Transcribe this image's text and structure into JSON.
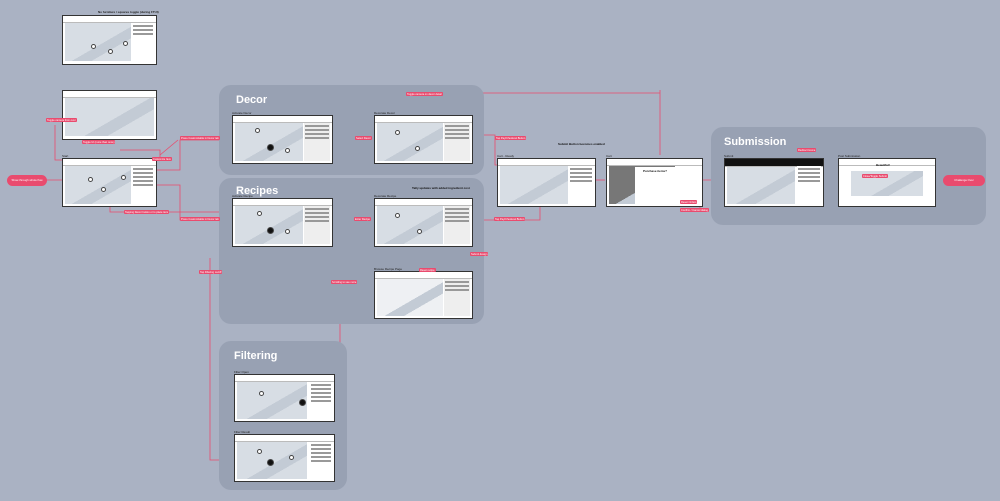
{
  "groups": {
    "decor": "Decor",
    "recipes": "Recipes",
    "filtering": "Filtering",
    "submission": "Submission"
  },
  "frame_captions": {
    "start": "Start",
    "no_furniture": "No furniture / squares toggle (during FTUI)",
    "decor_a": "Activate Decor",
    "decor_b": "Decorate Decor",
    "recipes_a": "Activate Recipe",
    "recipes_b": "Decorate Recipe",
    "recipes_c": "Browse Recipe Page",
    "filter_a": "Filter Open",
    "filter_b": "Filter Result",
    "cart_a": "Cart - Ready",
    "cart_b": "Cart",
    "submit_a": "Submit",
    "submit_b": "Post Submission"
  },
  "tags": {
    "t1": "Toggle camera from over",
    "t2": "Toggle UI (more than once)",
    "t3": "Press Customizable in Decor tab",
    "t4": "Tapping Decor button or to place item",
    "t5": "Press Customizable in Decor tab",
    "t6": "Select Decor",
    "t7": "Toggle camera on decor detail",
    "t8": "Tap Pay/Checkout Button",
    "t9": "Enter Recipe",
    "t10": "Tap Pay/Checkout Button",
    "t11": "Tap Filtering on/off",
    "t12": "Scrolling to see more",
    "t13": "Reset recipe",
    "t14": "Confirm / Cancel dialog",
    "t15": "Redirect Home",
    "t16": "Submit design",
    "t17": "Customize Item",
    "t18": "Reset Orders",
    "t19": "Close/Toggle Submit"
  },
  "notes": {
    "recipe_update": "Tally updates with added ingredient cost",
    "submit_button": "Submit Button becomes enabled",
    "purchase_title": "Purchase items?",
    "beautiful": "Beautiful!"
  },
  "pills": {
    "start": "Show through whole flow",
    "end": "Challenge Over"
  },
  "colors": {
    "background": "#aab2c3",
    "group": "#98a1b3",
    "accent": "#e94b6e"
  }
}
